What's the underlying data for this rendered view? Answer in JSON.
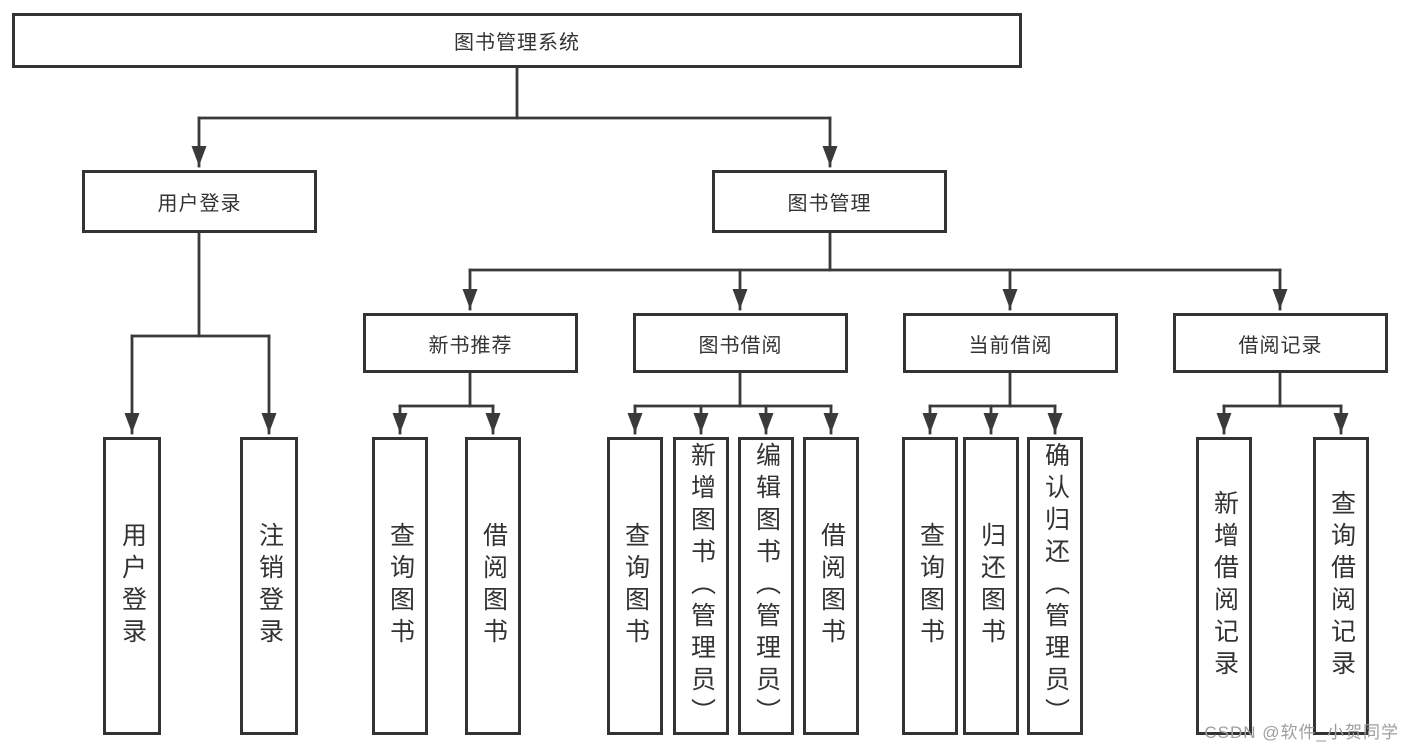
{
  "tree": {
    "root": {
      "label": "图书管理系统",
      "children": [
        {
          "label": "用户登录",
          "children": [
            {
              "label": "用户登录"
            },
            {
              "label": "注销登录"
            }
          ]
        },
        {
          "label": "图书管理",
          "children": [
            {
              "label": "新书推荐",
              "children": [
                {
                  "label": "查询图书"
                },
                {
                  "label": "借阅图书"
                }
              ]
            },
            {
              "label": "图书借阅",
              "children": [
                {
                  "label": "查询图书"
                },
                {
                  "label": "新增图书（管理员）"
                },
                {
                  "label": "编辑图书（管理员）"
                },
                {
                  "label": "借阅图书"
                }
              ]
            },
            {
              "label": "当前借阅",
              "children": [
                {
                  "label": "查询图书"
                },
                {
                  "label": "归还图书"
                },
                {
                  "label": "确认归还（管理员）"
                }
              ]
            },
            {
              "label": "借阅记录",
              "children": [
                {
                  "label": "新增借阅记录"
                },
                {
                  "label": "查询借阅记录"
                }
              ]
            }
          ]
        }
      ]
    }
  },
  "watermark": {
    "text": "CSDN @软件_小贺同学"
  },
  "colors": {
    "box_border": "#333333",
    "text": "#333333",
    "connector": "#3a3a3a",
    "watermark": "#9e9e9e",
    "background": "#ffffff"
  }
}
